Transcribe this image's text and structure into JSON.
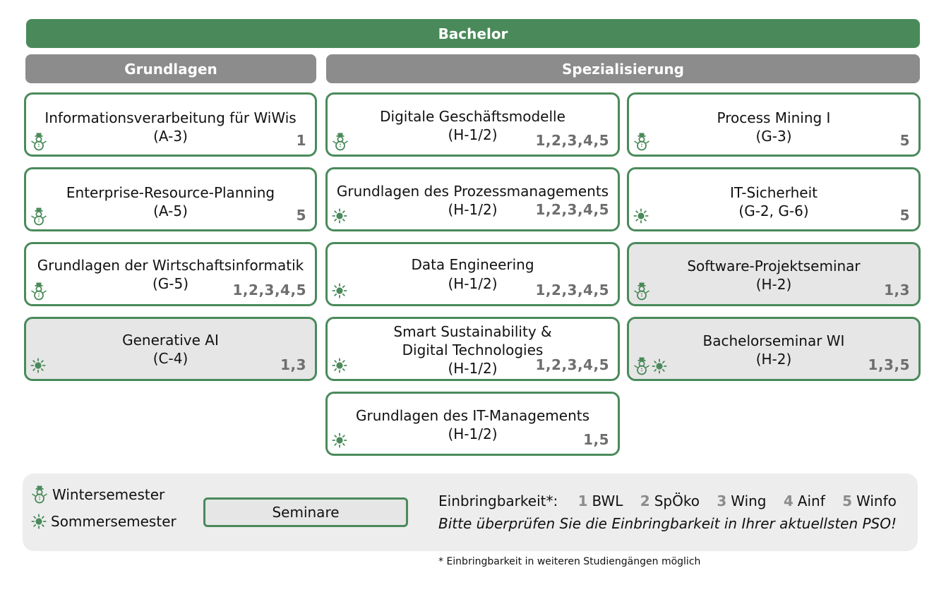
{
  "header": {
    "title": "Bachelor"
  },
  "sections": {
    "grundlagen": "Grundlagen",
    "spezialisierung": "Spezialisierung"
  },
  "modules": [
    {
      "title": "Informationsverarbeitung für WiWis",
      "code": "(A-3)",
      "nums": "1",
      "semester": [
        "winter"
      ],
      "seminar": false
    },
    {
      "title": "Enterprise-Resource-Planning",
      "code": "(A-5)",
      "nums": "5",
      "semester": [
        "winter"
      ],
      "seminar": false
    },
    {
      "title": "Grundlagen der Wirtschaftsinformatik",
      "code": "(G-5)",
      "nums": "1,2,3,4,5",
      "semester": [
        "winter"
      ],
      "seminar": false
    },
    {
      "title": "Generative AI",
      "code": "(C-4)",
      "nums": "1,3",
      "semester": [
        "summer"
      ],
      "seminar": true
    },
    {
      "title": "Digitale Geschäftsmodelle",
      "code": "(H-1/2)",
      "nums": "1,2,3,4,5",
      "semester": [
        "winter"
      ],
      "seminar": false
    },
    {
      "title": "Grundlagen des Prozessmanagements",
      "code": "(H-1/2)",
      "nums": "1,2,3,4,5",
      "semester": [
        "summer"
      ],
      "seminar": false
    },
    {
      "title": "Data Engineering",
      "code": "(H-1/2)",
      "nums": "1,2,3,4,5",
      "semester": [
        "summer"
      ],
      "seminar": false
    },
    {
      "title_line1": "Smart Sustainability &",
      "title_line2": "Digital Technologies",
      "code": "(H-1/2)",
      "nums": "1,2,3,4,5",
      "semester": [
        "summer"
      ],
      "seminar": false
    },
    {
      "title": "Grundlagen des IT-Managements",
      "code": "(H-1/2)",
      "nums": "1,5",
      "semester": [
        "summer"
      ],
      "seminar": false
    },
    {
      "title": "Process Mining I",
      "code": "(G-3)",
      "nums": "5",
      "semester": [
        "winter"
      ],
      "seminar": false
    },
    {
      "title": "IT-Sicherheit",
      "code": "(G-2, G-6)",
      "nums": "5",
      "semester": [
        "summer"
      ],
      "seminar": false
    },
    {
      "title": "Software-Projektseminar",
      "code": "(H-2)",
      "nums": "1,3",
      "semester": [
        "winter"
      ],
      "seminar": true
    },
    {
      "title": "Bachelorseminar WI",
      "code": "(H-2)",
      "nums": "1,3,5",
      "semester": [
        "winter",
        "summer"
      ],
      "seminar": true
    }
  ],
  "legend": {
    "winter": "Wintersemester",
    "summer": "Sommersemester",
    "seminar": "Seminare",
    "einbringbarkeit_label": "Einbringbarkeit*:",
    "programs": [
      {
        "num": "1",
        "name": "BWL"
      },
      {
        "num": "2",
        "name": "SpÖko"
      },
      {
        "num": "3",
        "name": "Wing"
      },
      {
        "num": "4",
        "name": "Ainf"
      },
      {
        "num": "5",
        "name": "Winfo"
      }
    ],
    "note": "Bitte überprüfen Sie die Einbringbarkeit in Ihrer aktuellsten PSO!",
    "footnote": "* Einbringbarkeit in weiteren Studiengängen möglich"
  },
  "colors": {
    "accent": "#4a8a5a",
    "section_gray": "#8c8c8c",
    "seminar_fill": "#e6e6e6",
    "legend_bg": "#ededed"
  },
  "icons": {
    "winter": "snowman-icon",
    "summer": "sun-icon"
  }
}
